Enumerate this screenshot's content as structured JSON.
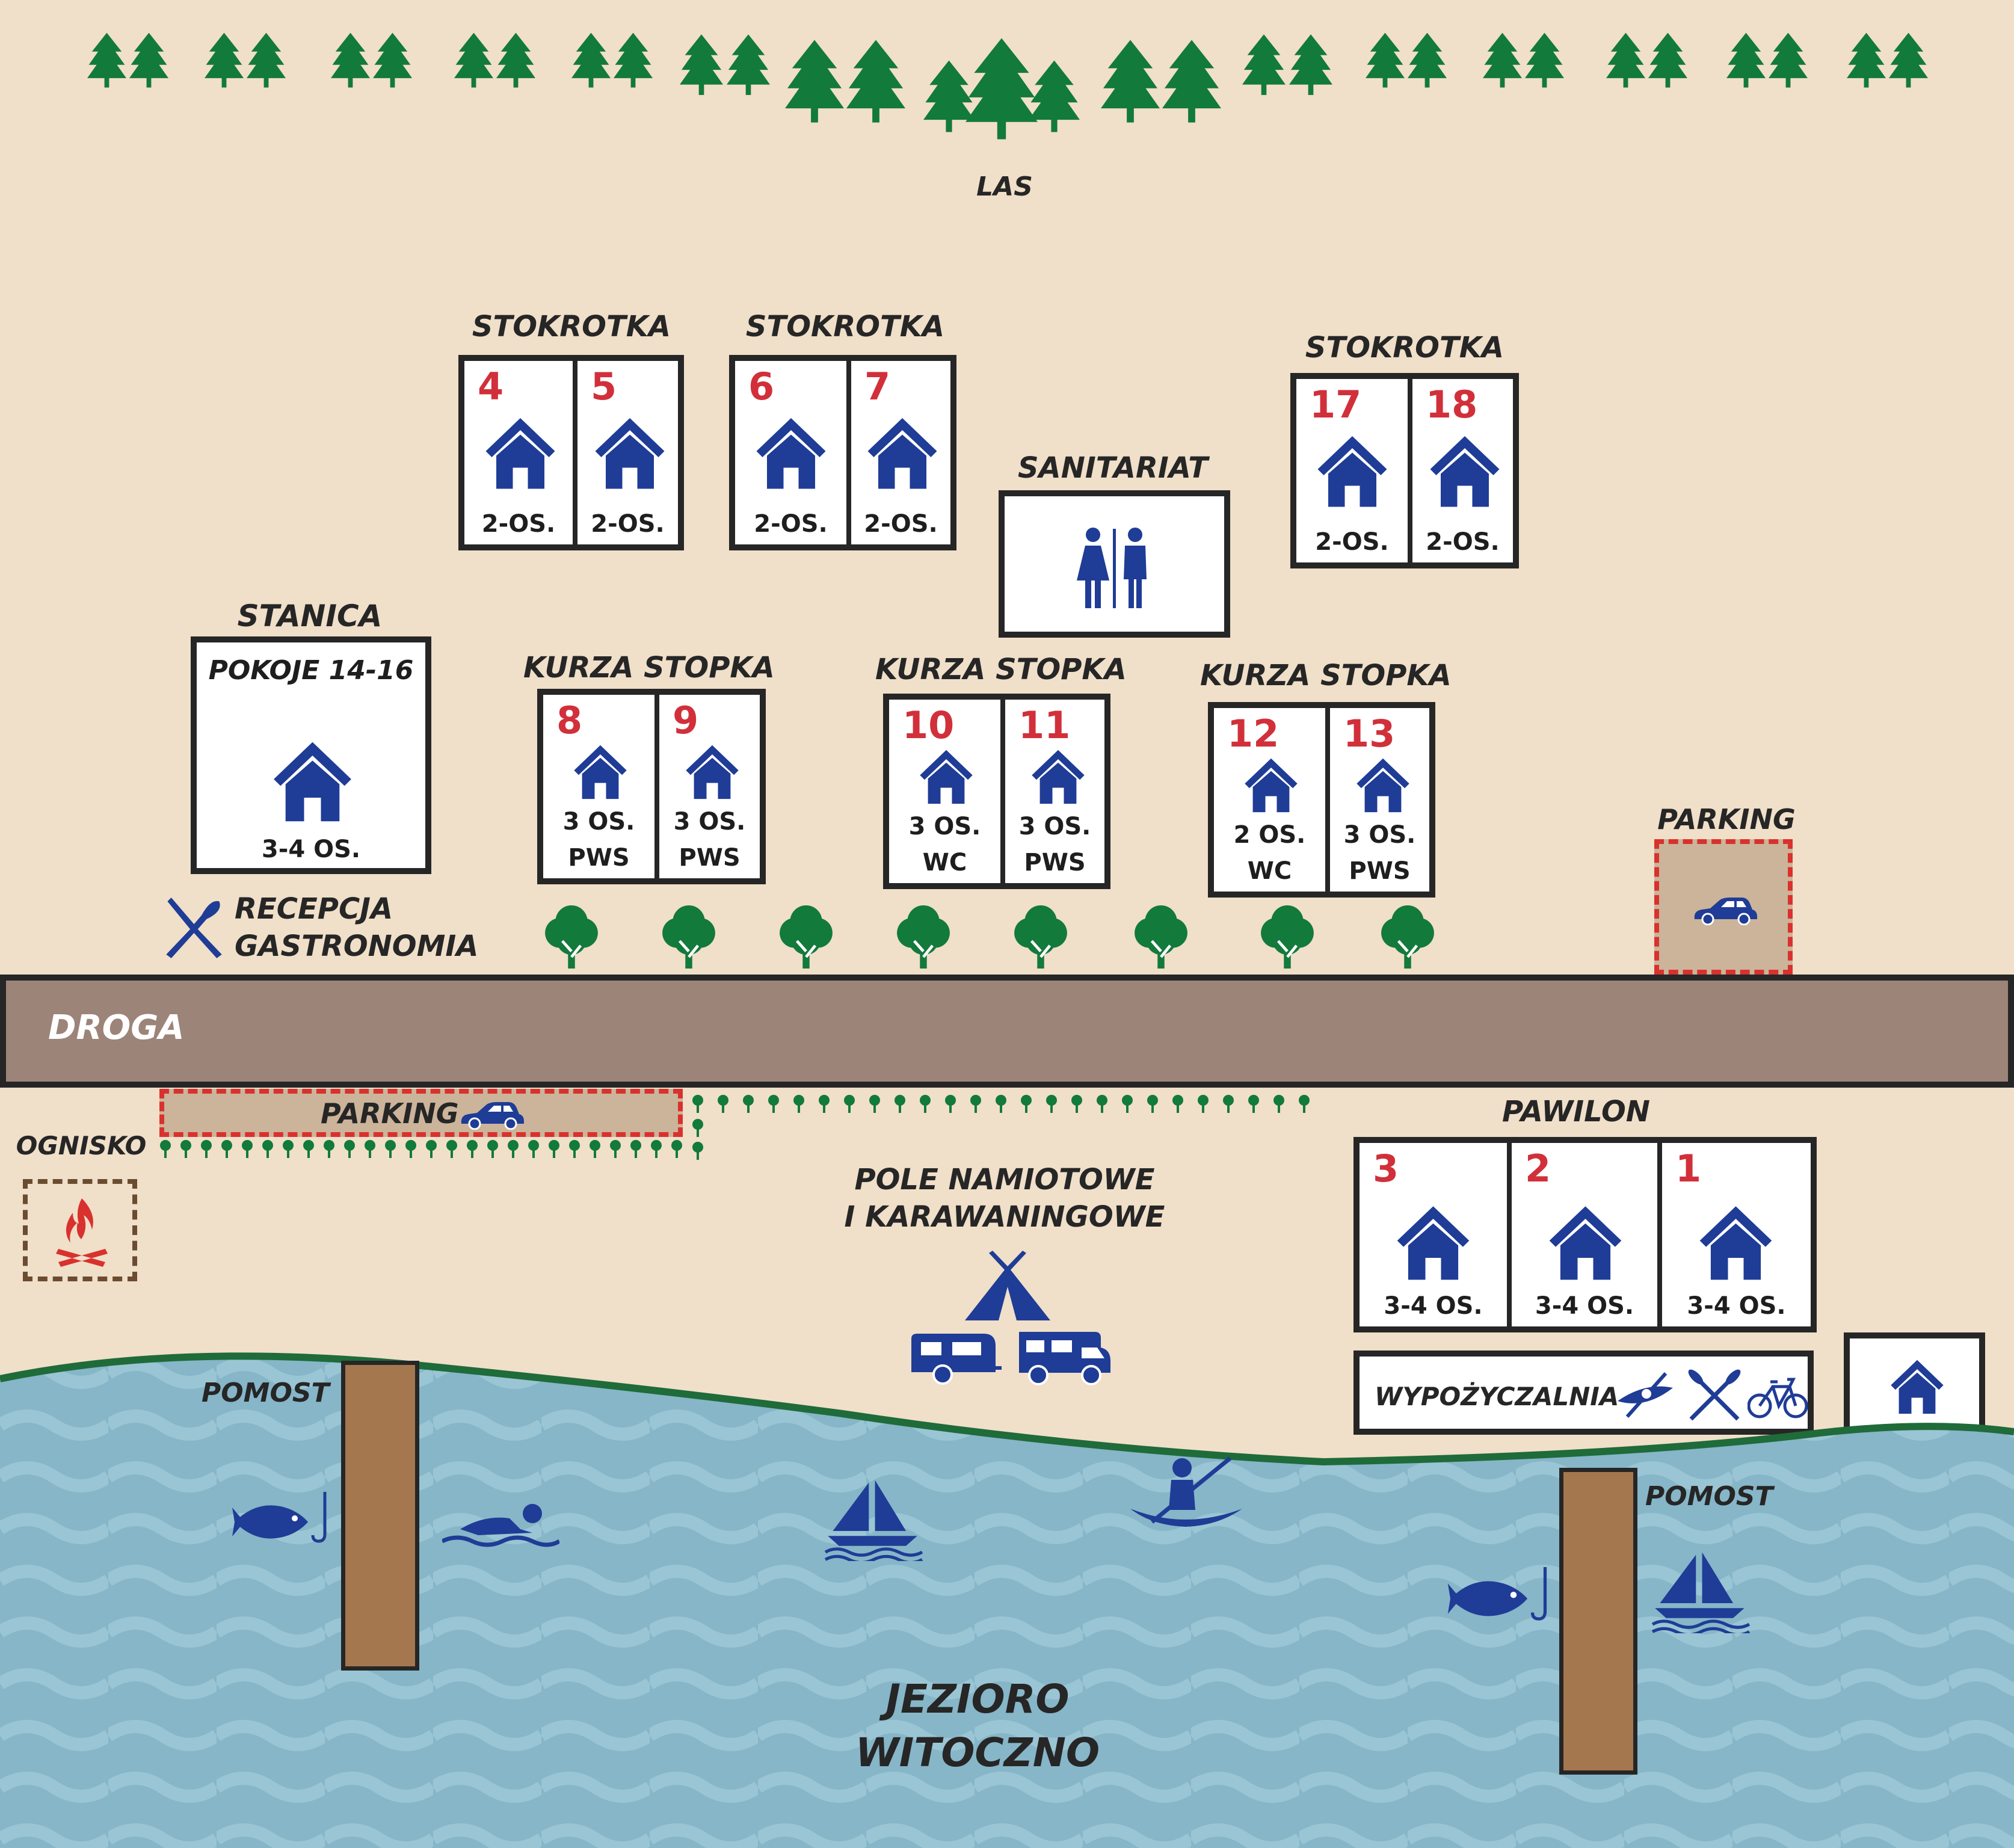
{
  "labels": {
    "forest": "LAS",
    "road": "DROGA",
    "lake_line1": "JEZIORO",
    "lake_line2": "WITOCZNO",
    "campfire": "OGNISKO",
    "reception_line1": "RECEPCJA",
    "reception_line2": "GASTRONOMIA",
    "parking_top": "PARKING",
    "parking_bottom": "PARKING",
    "campsite_line1": "POLE NAMIOTOWE",
    "campsite_line2": "I KARAWANINGOWE",
    "pier_left": "POMOST",
    "pier_right": "POMOST",
    "sanitary": "SANITARIAT",
    "rental": "WYPOŻYCZALNIA"
  },
  "stanica": {
    "title": "STANICA",
    "rooms": "POKOJE 14-16",
    "capacity": "3-4 OS."
  },
  "stokrotka_groups": [
    {
      "title": "STOKROTKA",
      "units": [
        {
          "number": "4",
          "capacity": "2-OS."
        },
        {
          "number": "5",
          "capacity": "2-OS."
        }
      ]
    },
    {
      "title": "STOKROTKA",
      "units": [
        {
          "number": "6",
          "capacity": "2-OS."
        },
        {
          "number": "7",
          "capacity": "2-OS."
        }
      ]
    },
    {
      "title": "STOKROTKA",
      "units": [
        {
          "number": "17",
          "capacity": "2-OS."
        },
        {
          "number": "18",
          "capacity": "2-OS."
        }
      ]
    }
  ],
  "kurza_stopka_groups": [
    {
      "title": "KURZA STOPKA",
      "units": [
        {
          "number": "8",
          "capacity": "3 OS.",
          "facility": "PWS"
        },
        {
          "number": "9",
          "capacity": "3 OS.",
          "facility": "PWS"
        }
      ]
    },
    {
      "title": "KURZA STOPKA",
      "units": [
        {
          "number": "10",
          "capacity": "3 OS.",
          "facility": "WC"
        },
        {
          "number": "11",
          "capacity": "3 OS.",
          "facility": "PWS"
        }
      ]
    },
    {
      "title": "KURZA STOPKA",
      "units": [
        {
          "number": "12",
          "capacity": "2 OS.",
          "facility": "WC"
        },
        {
          "number": "13",
          "capacity": "3 OS.",
          "facility": "PWS"
        }
      ]
    }
  ],
  "pawilon": {
    "title": "PAWILON",
    "units": [
      {
        "number": "3",
        "capacity": "3-4 OS."
      },
      {
        "number": "2",
        "capacity": "3-4 OS."
      },
      {
        "number": "1",
        "capacity": "3-4 OS."
      }
    ]
  },
  "icons": {
    "house": "house-icon",
    "tree": "pine-tree-icon",
    "deciduous": "deciduous-tree-icon",
    "car": "car-icon",
    "fire": "campfire-icon",
    "restaurant": "fork-knife-icon",
    "toilet": "toilet-people-icon",
    "tent": "tent-icon",
    "caravan": "caravan-icon",
    "camper": "camper-van-icon",
    "kayak": "kayak-icon",
    "oars": "oars-icon",
    "bike": "bicycle-icon",
    "fish": "fishing-icon",
    "swimmer": "swimmer-icon",
    "sailboat": "sailboat-icon"
  },
  "colors": {
    "land": "#f0dfc9",
    "water": "#86b6c8",
    "shore": "#1f6b3a",
    "forest": "#127a3b",
    "icon_blue": "#1f3c96",
    "number_red": "#d1303a",
    "road": "#9c8478",
    "pier": "#a5774e",
    "parking_border": "#d9312d"
  }
}
